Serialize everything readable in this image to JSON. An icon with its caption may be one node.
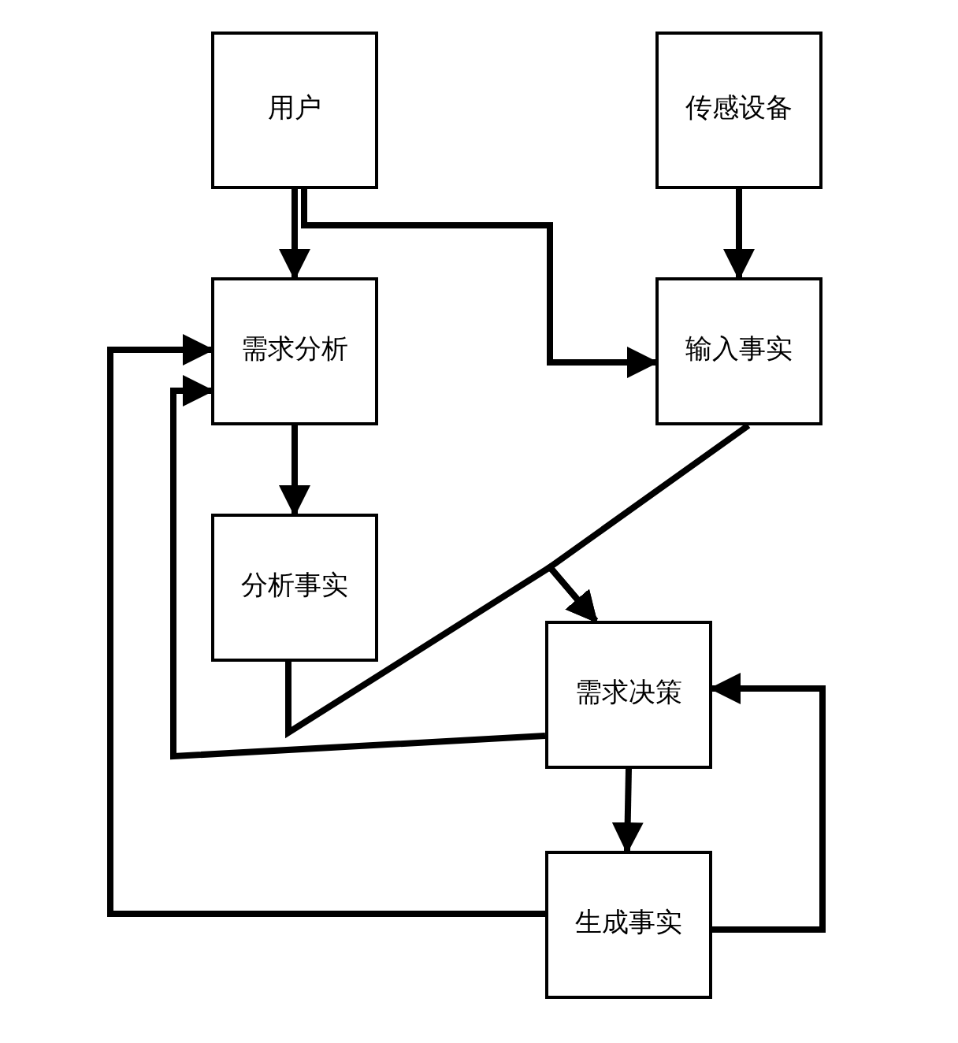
{
  "diagram": {
    "nodes": [
      {
        "text": [
          "用户"
        ]
      },
      {
        "text": [
          "传感设备"
        ]
      },
      {
        "text": [
          "需求分析"
        ]
      },
      {
        "text": [
          "输入事实"
        ]
      },
      {
        "text": [
          "分析事实"
        ]
      },
      {
        "text": [
          "需求决策"
        ]
      },
      {
        "text": [
          "生成事实"
        ]
      }
    ],
    "edges": [
      {
        "from": 0,
        "to": 2,
        "arrow": "to"
      },
      {
        "from": 0,
        "to": 3,
        "arrow": "to"
      },
      {
        "from": 1,
        "to": 3,
        "arrow": "to"
      },
      {
        "from": 2,
        "to": 4,
        "arrow": "to"
      },
      {
        "from": 4,
        "to": 5,
        "arrow": "to"
      },
      {
        "from": 3,
        "to": 5,
        "arrow": "to"
      },
      {
        "from": 5,
        "to": 2,
        "arrow": "to"
      },
      {
        "from": 5,
        "to": 6,
        "arrow": "to"
      },
      {
        "from": 6,
        "to": 2,
        "arrow": "to"
      },
      {
        "from": 6,
        "to": 5,
        "arrow": "to"
      }
    ]
  }
}
